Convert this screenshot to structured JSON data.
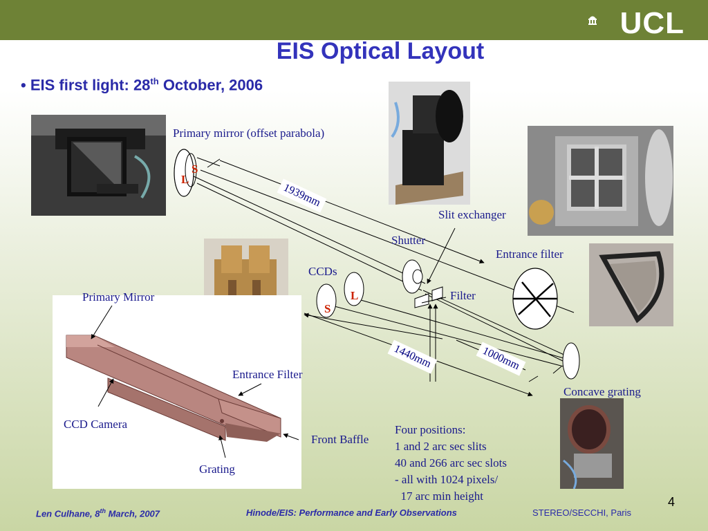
{
  "header": {
    "logo": "UCL"
  },
  "title": "EIS Optical Layout",
  "bullet": {
    "marker": "•",
    "text": "EIS first light: 28",
    "sup": "th",
    "rest": " October, 2006"
  },
  "diagram": {
    "labels": {
      "primary_mirror_offset": "Primary mirror (offset parabola)",
      "slit_exchanger": "Slit exchanger",
      "shutter": "Shutter",
      "entrance_filter": "Entrance filter",
      "ccds": "CCDs",
      "filter": "Filter",
      "concave_grating": "Concave grating",
      "mirror_s": "S",
      "mirror_l": "L",
      "ccd_l": "L",
      "ccd_s": "S"
    },
    "dimensions": {
      "d1": "1939mm",
      "d2": "1440mm",
      "d3": "1000mm"
    },
    "four_positions": [
      "Four positions:",
      "1 and 2 arc sec slits",
      "40 and 266 arc sec slots",
      "- all with 1024 pixels/",
      "  17 arc min height"
    ]
  },
  "instrument": {
    "primary_mirror": "Primary Mirror",
    "entrance_filter": "Entrance Filter",
    "ccd_camera": "CCD Camera",
    "front_baffle": "Front Baffle",
    "grating": "Grating"
  },
  "footer": {
    "author": "Len Culhane, 8",
    "author_sup": "th",
    "author_rest": "  March, 2007",
    "talk": "Hinode/EIS: Performance and Early Observations",
    "venue": "STEREO/SECCHI, Paris",
    "page": "4"
  },
  "colors": {
    "bar": "#6e8236",
    "title": "#3333bb",
    "label": "#1a1a8c",
    "red": "#cc2200"
  }
}
